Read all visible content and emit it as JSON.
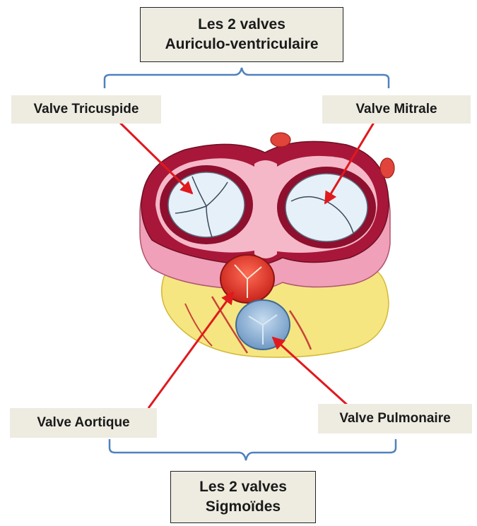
{
  "title_top": {
    "line1": "Les 2 valves",
    "line2": "Auriculo-ventriculaire"
  },
  "title_bottom": {
    "line1": "Les 2 valves",
    "line2": "Sigmoïdes"
  },
  "labels": {
    "tricuspide": "Valve Tricuspide",
    "mitrale": "Valve Mitrale",
    "aortique": "Valve Aortique",
    "pulmonaire": "Valve Pulmonaire"
  },
  "colors": {
    "bracket": "#4f81bd",
    "arrow": "#e0191e",
    "label_bg": "#eeece1",
    "heart_ring": "#a8173a",
    "heart_pink": "#f0a0b8",
    "fat": "#f5e681",
    "valve_white": "#e6f0f8",
    "aortic_red": "#e8352a",
    "pulmonary_blue": "#8fb4d8"
  }
}
